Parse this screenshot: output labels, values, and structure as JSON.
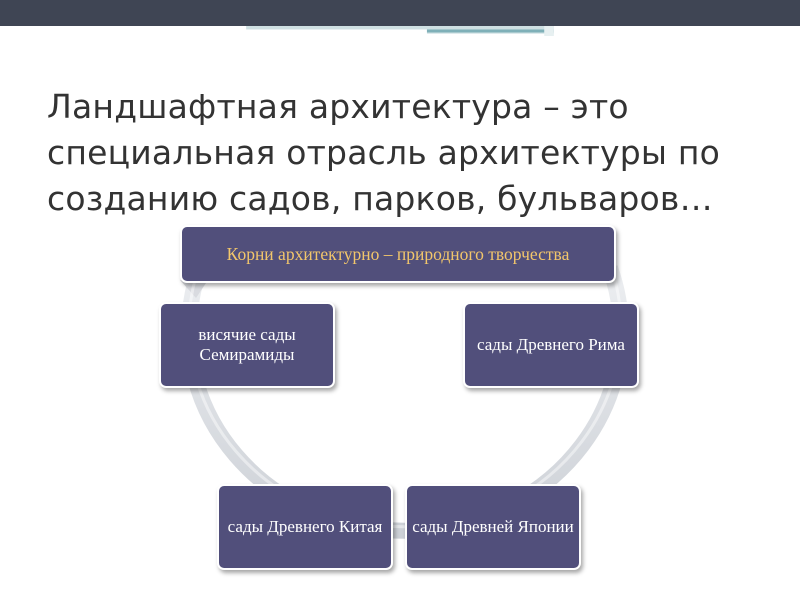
{
  "slide": {
    "title": "Ландшафтная архитектура – это специальная отрасль архитектуры по созданию садов, парков, бульваров…"
  },
  "diagram": {
    "center_node": "Корни архитектурно – природного творчества",
    "nodes": [
      "сады Древнего Рима",
      "сады Древней Японии",
      "сады Древнего Китая",
      "висячие сады Семирамиды"
    ]
  },
  "colors": {
    "top_bar": "#3f4554",
    "accent_teal": "#7fb0b8",
    "node_fill": "#514f7b",
    "center_text": "#f2c66b",
    "cycle_arrow": "#d9dbe0"
  }
}
